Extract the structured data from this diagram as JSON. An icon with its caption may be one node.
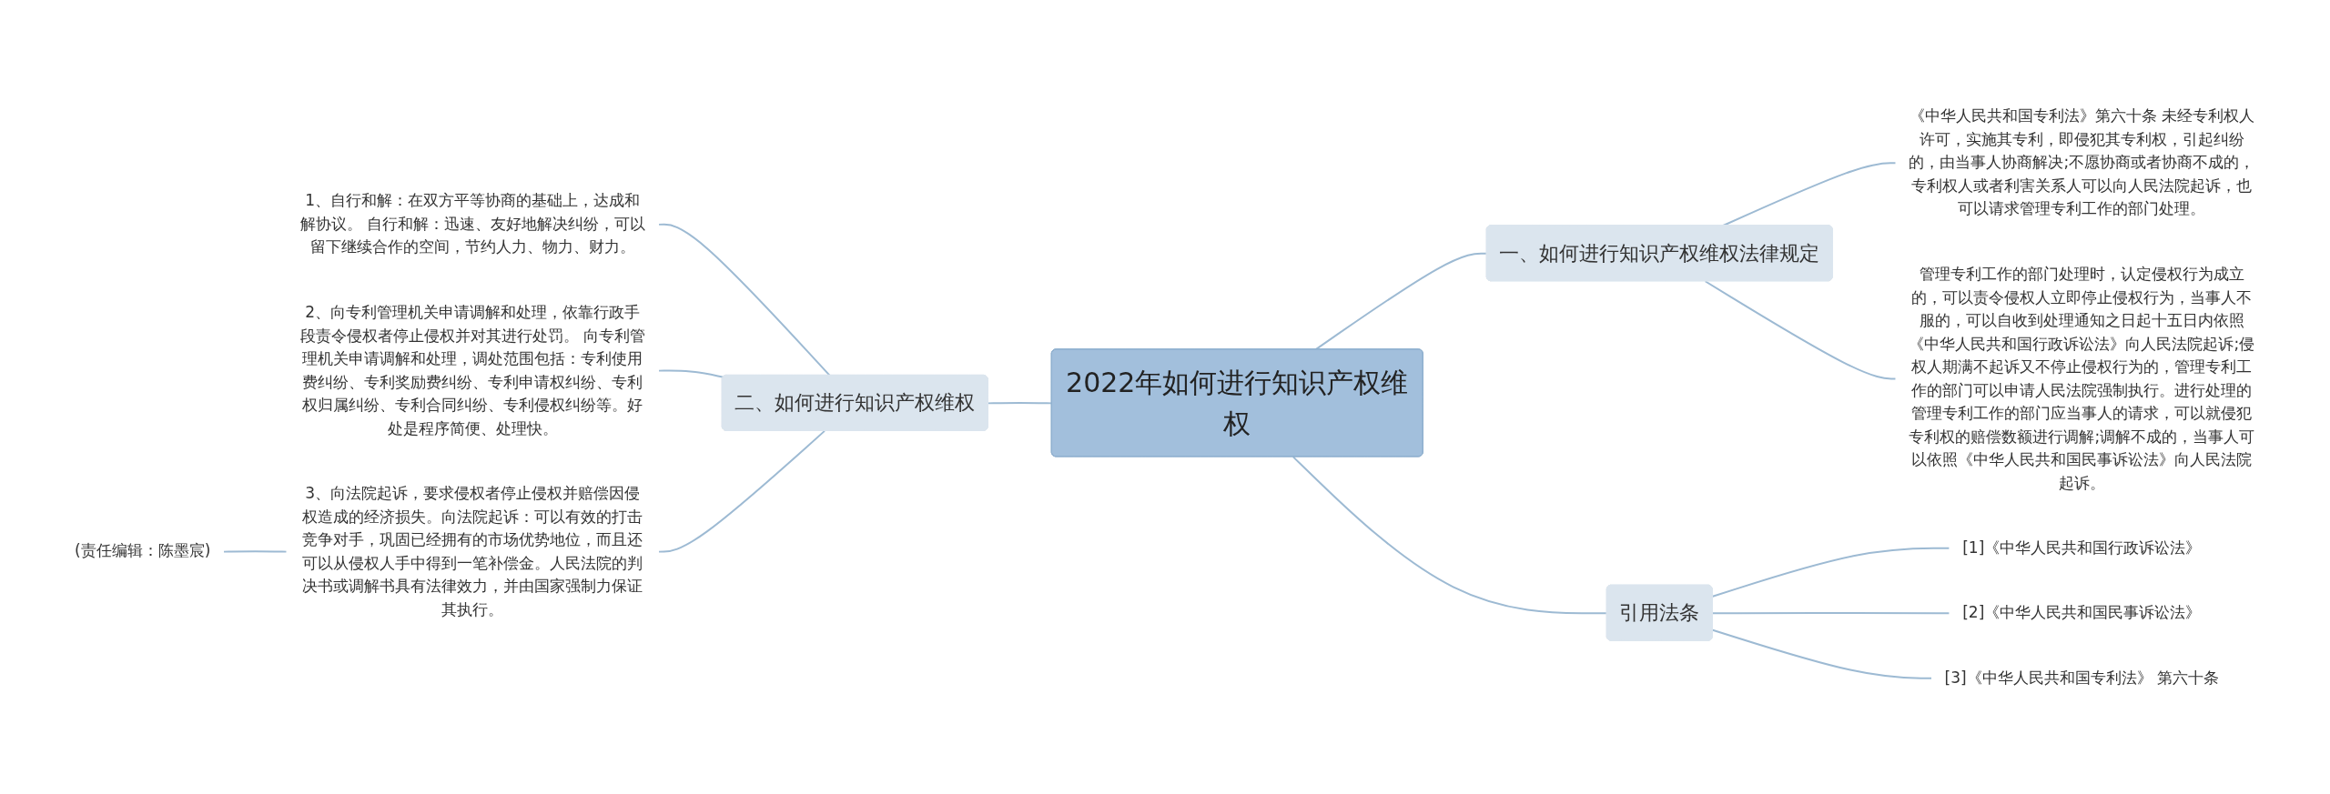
{
  "diagram": {
    "nodes": [
      {
        "text": [
          "2022年如何进行知识产权维权"
        ]
      },
      {
        "text": [
          "一、如何进行知识产权维权法律规定"
        ]
      },
      {
        "text": [
          "《中华人民共和国专利法》第六十条 未经专利权人许可，实施其专利，即侵犯其专利权，引起纠纷的，由当事人协商解决;不愿协商或者协商不成的，专利权人或者利害关系人可以向人民法院起诉，也可以请求管理专利工作的部门处理。"
        ]
      },
      {
        "text": [
          "管理专利工作的部门处理时，认定侵权行为成立的，可以责令侵权人立即停止侵权行为，当事人不服的，可以自收到处理通知之日起十五日内依照《中华人民共和国行政诉讼法》向人民法院起诉;侵权人期满不起诉又不停止侵权行为的，管理专利工作的部门可以申请人民法院强制执行。进行处理的管理专利工作的部门应当事人的请求，可以就侵犯专利权的赔偿数额进行调解;调解不成的，当事人可以依照《中华人民共和国民事诉讼法》向人民法院起诉。"
        ]
      },
      {
        "text": [
          "二、如何进行知识产权维权"
        ]
      },
      {
        "text": [
          "1、自行和解：在双方平等协商的基础上，达成和解协议。 自行和解：迅速、友好地解决纠纷，可以留下继续合作的空间，节约人力、物力、财力。"
        ]
      },
      {
        "text": [
          "2、向专利管理机关申请调解和处理，依靠行政手段责令侵权者停止侵权并对其进行处罚。 向专利管理机关申请调解和处理，调处范围包括：专利使用费纠纷、专利奖励费纠纷、专利申请权纠纷、专利权归属纠纷、专利合同纠纷、专利侵权纠纷等。好处是程序简便、处理快。"
        ]
      },
      {
        "text": [
          "3、向法院起诉，要求侵权者停止侵权并赔偿因侵权造成的经济损失。向法院起诉：可以有效的打击竞争对手，巩固已经拥有的市场优势地位，而且还可以从侵权人手中得到一笔补偿金。人民法院的判决书或调解书具有法律效力，并由国家强制力保证其执行。"
        ]
      },
      {
        "text": [
          "(责任编辑：陈墨宸)"
        ]
      },
      {
        "text": [
          "引用法条"
        ]
      },
      {
        "text": [
          "[1]《中华人民共和国行政诉讼法》"
        ]
      },
      {
        "text": [
          "[2]《中华人民共和国民事诉讼法》"
        ]
      },
      {
        "text": [
          "[3]《中华人民共和国专利法》 第六十条"
        ]
      }
    ],
    "edges": [
      {
        "from": 0,
        "to": 1,
        "arrow": "none"
      },
      {
        "from": 1,
        "to": 2,
        "arrow": "none"
      },
      {
        "from": 1,
        "to": 3,
        "arrow": "none"
      },
      {
        "from": 0,
        "to": 4,
        "arrow": "none"
      },
      {
        "from": 4,
        "to": 5,
        "arrow": "none"
      },
      {
        "from": 4,
        "to": 6,
        "arrow": "none"
      },
      {
        "from": 4,
        "to": 7,
        "arrow": "none"
      },
      {
        "from": 7,
        "to": 8,
        "arrow": "none"
      },
      {
        "from": 0,
        "to": 9,
        "arrow": "none"
      },
      {
        "from": 9,
        "to": 10,
        "arrow": "none"
      },
      {
        "from": 9,
        "to": 11,
        "arrow": "none"
      },
      {
        "from": 9,
        "to": 12,
        "arrow": "none"
      }
    ]
  }
}
